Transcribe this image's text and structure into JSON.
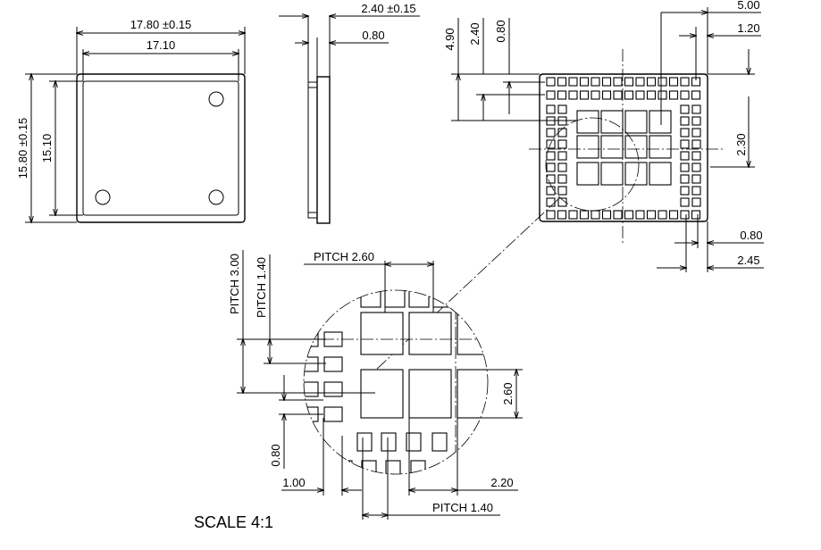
{
  "top_view": {
    "outer_width": "17.80 ±0.15",
    "inner_width": "17.10",
    "outer_height": "15.80 ±0.15",
    "inner_height": "15.10"
  },
  "side_view": {
    "thickness": "2.40 ±0.15",
    "pad_thickness": "0.80"
  },
  "bottom_view": {
    "dim_4_90": "4.90",
    "dim_2_40": "2.40",
    "dim_0_80_top": "0.80",
    "dim_5_00": "5.00",
    "dim_1_20": "1.20",
    "dim_2_30": "2.30",
    "dim_0_80_right": "0.80",
    "dim_2_45": "2.45"
  },
  "detail_view": {
    "pitch_3_00": "PITCH 3.00",
    "pitch_1_40_vertical": "PITCH 1.40",
    "pitch_2_60": "PITCH 2.60",
    "dim_2_60": "2.60",
    "dim_0_80": "0.80",
    "dim_1_00": "1.00",
    "dim_2_20": "2.20",
    "pitch_1_40_horizontal": "PITCH 1.40",
    "scale": "SCALE 4:1"
  }
}
